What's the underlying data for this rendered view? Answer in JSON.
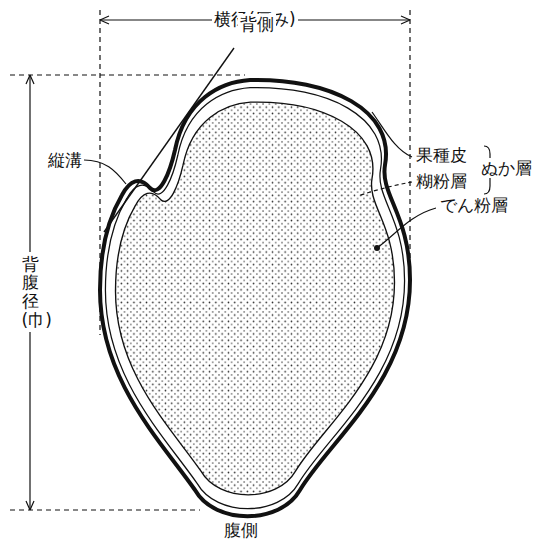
{
  "diagram": {
    "labels": [
      "横径(厚み)",
      "背側",
      "縦溝",
      "果種皮",
      "糊粉層",
      "ぬか層",
      "でん粉層",
      "背腹径(巾)",
      "腹側"
    ]
  }
}
